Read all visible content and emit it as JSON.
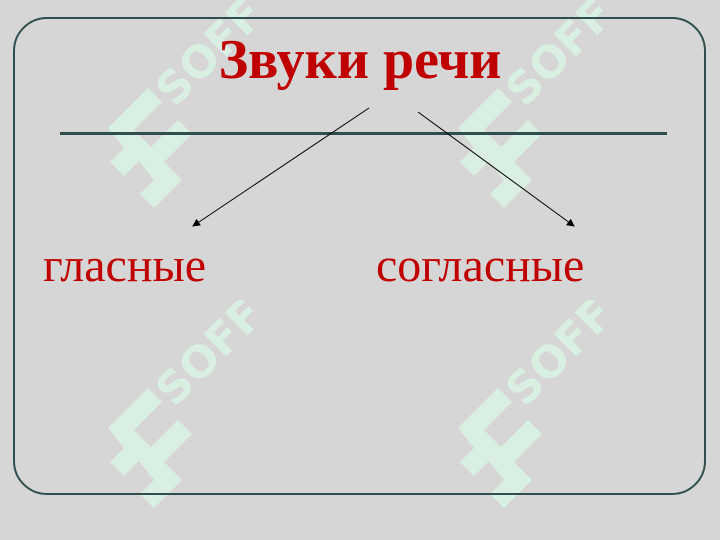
{
  "title": "Звуки речи",
  "branches": [
    {
      "label": "гласные"
    },
    {
      "label": "согласные"
    }
  ],
  "watermark": {
    "text": "SOFF"
  },
  "colors": {
    "background": "#d6d6d6",
    "frame": "#2f4f4f",
    "text": "#c00000",
    "watermark": "#d9efe2"
  }
}
